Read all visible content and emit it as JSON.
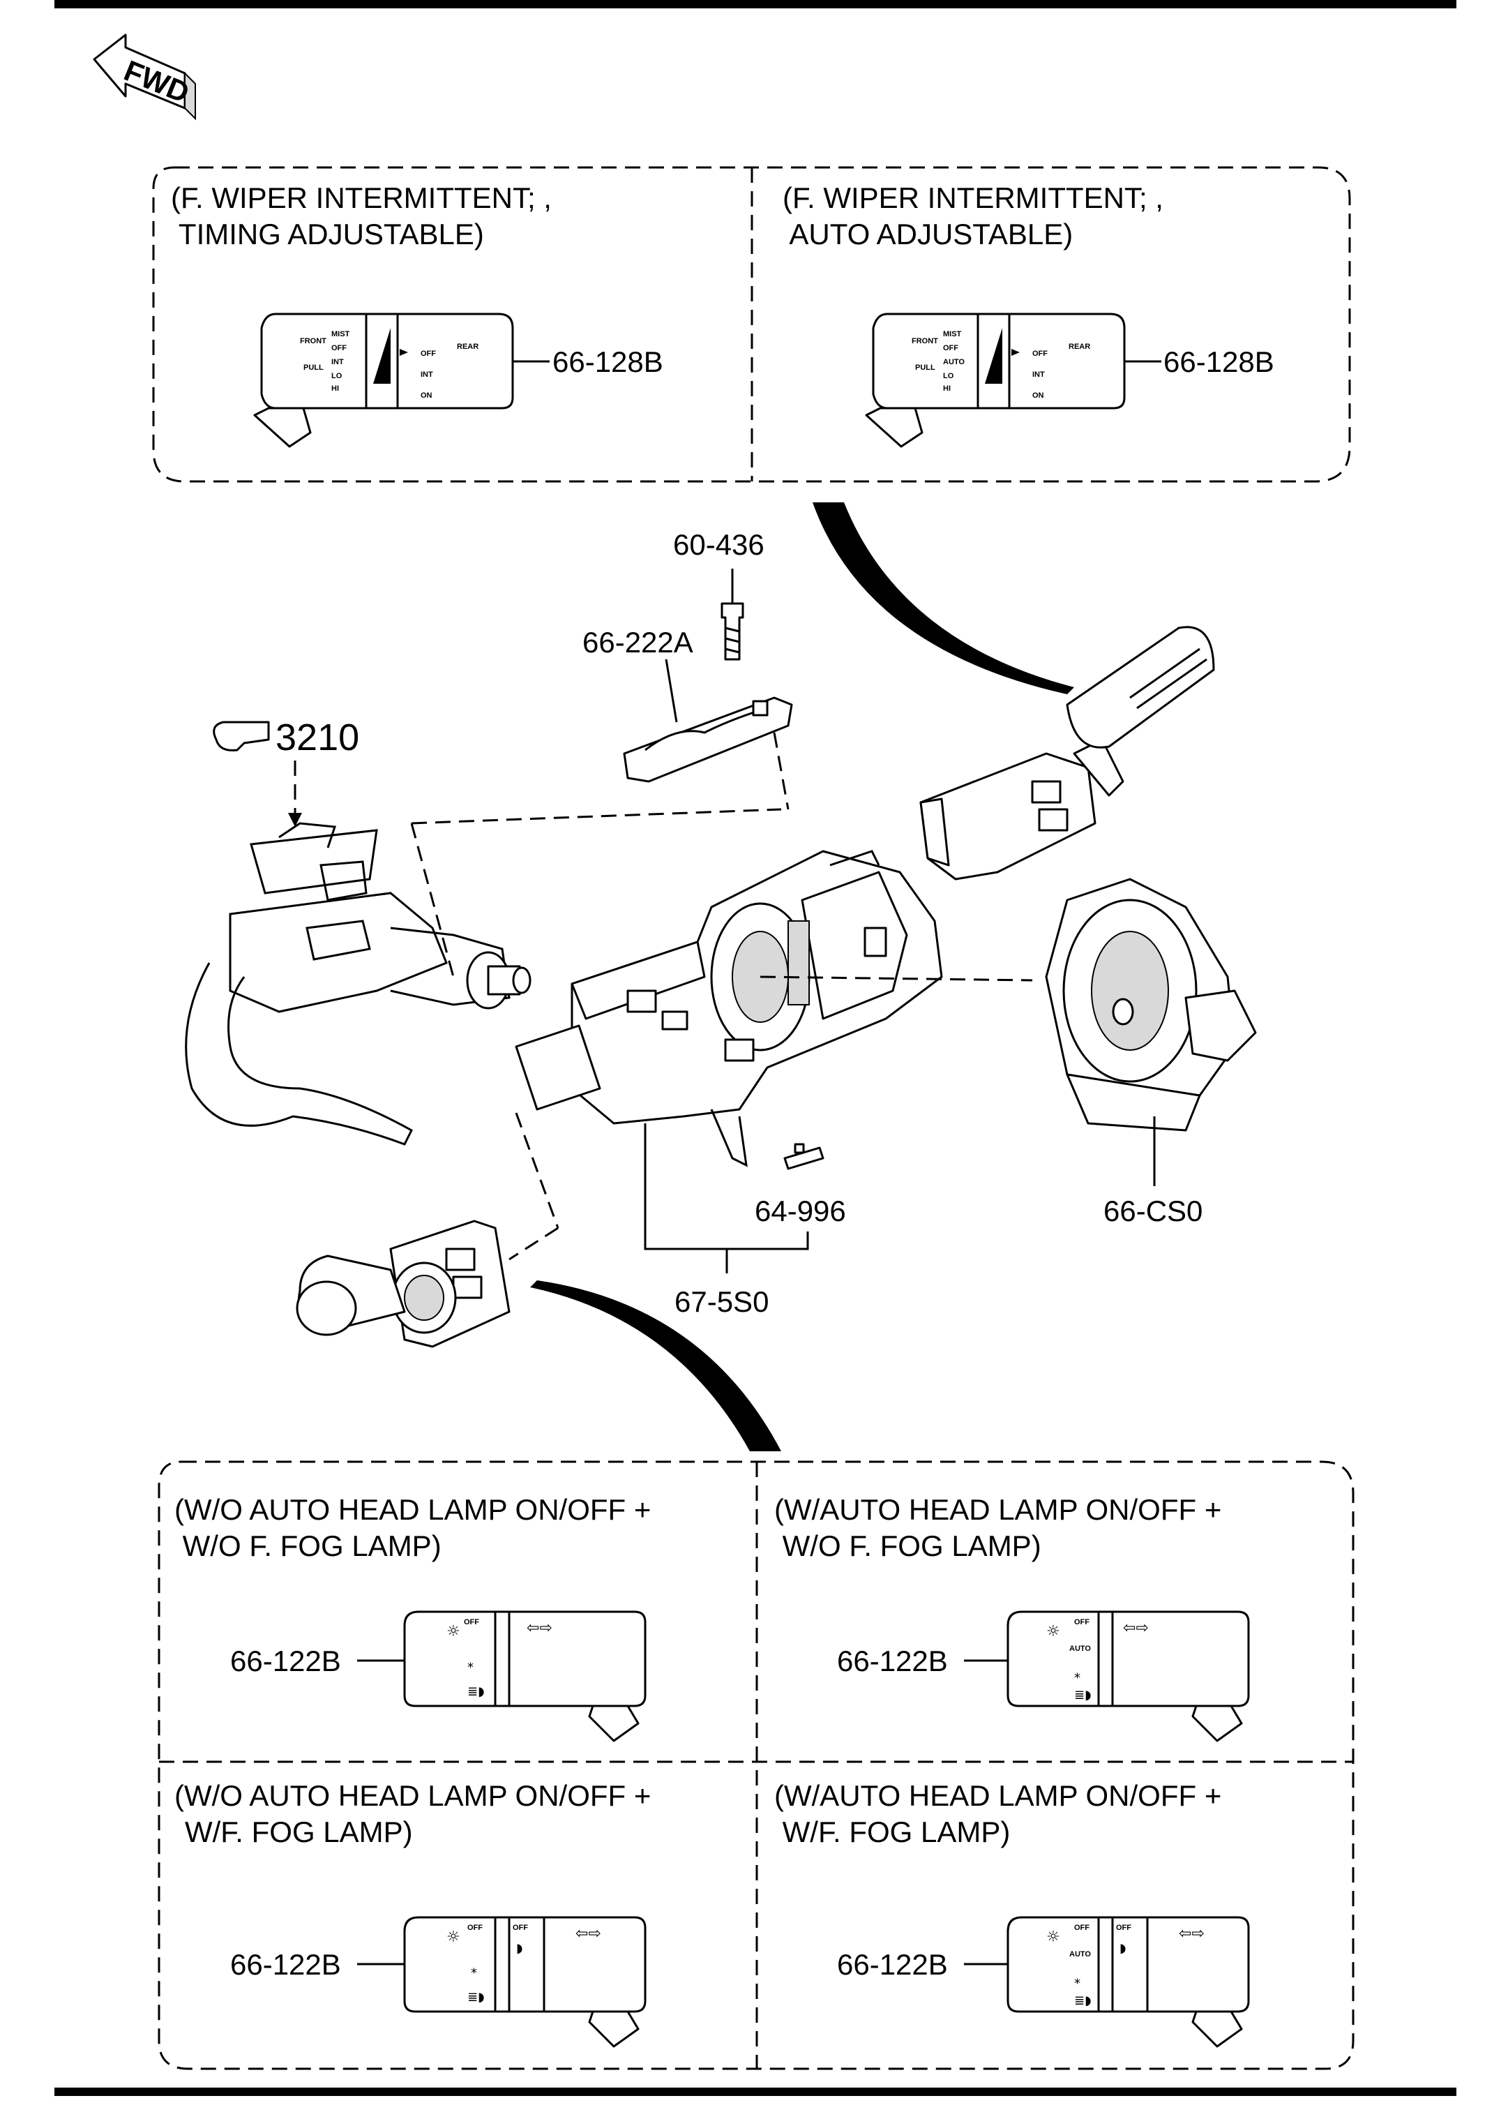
{
  "fwd_label": "FWD",
  "ref_number": "3210",
  "top_panels": [
    {
      "title1": "(F. WIPER INTERMITTENT; ,",
      "title2": " TIMING ADJUSTABLE)",
      "part": "66-128B",
      "switch": {
        "l1": "MIST",
        "l2": "OFF",
        "l3": "INT",
        "l4": "LO",
        "l5": "HI",
        "front": "FRONT",
        "pull": "PULL",
        "r1": "OFF",
        "r2": "INT",
        "r3": "ON",
        "rear": "REAR"
      }
    },
    {
      "title1": "(F. WIPER INTERMITTENT; ,",
      "title2": " AUTO ADJUSTABLE)",
      "part": "66-128B",
      "switch": {
        "l1": "MIST",
        "l2": "OFF",
        "l3": "AUTO",
        "l4": "LO",
        "l5": "HI",
        "front": "FRONT",
        "pull": "PULL",
        "r1": "OFF",
        "r2": "INT",
        "r3": "ON",
        "rear": "REAR"
      }
    }
  ],
  "main_labels": {
    "screw": "60-436",
    "cover": "66-222A",
    "connector": "64-996",
    "clock_spring": "66-CS0",
    "body": "67-5S0"
  },
  "bottom_panels": [
    {
      "title1": "(W/O AUTO HEAD LAMP ON/OFF +",
      "title2": " W/O F. FOG LAMP)",
      "part": "66-122B",
      "auto": false,
      "fog": false,
      "off": "OFF"
    },
    {
      "title1": "(W/AUTO HEAD LAMP ON/OFF +",
      "title2": " W/O F. FOG LAMP)",
      "part": "66-122B",
      "auto": true,
      "fog": false,
      "off": "OFF",
      "auto_label": "AUTO"
    },
    {
      "title1": "(W/O AUTO HEAD LAMP ON/OFF +",
      "title2": "W/F. FOG LAMP)",
      "part": "66-122B",
      "auto": false,
      "fog": true,
      "off": "OFF",
      "fog_off": "OFF"
    },
    {
      "title1": "(W/AUTO HEAD LAMP ON/OFF +",
      "title2": " W/F. FOG LAMP)",
      "part": "66-122B",
      "auto": true,
      "fog": true,
      "off": "OFF",
      "fog_off": "OFF",
      "auto_label": "AUTO"
    }
  ]
}
